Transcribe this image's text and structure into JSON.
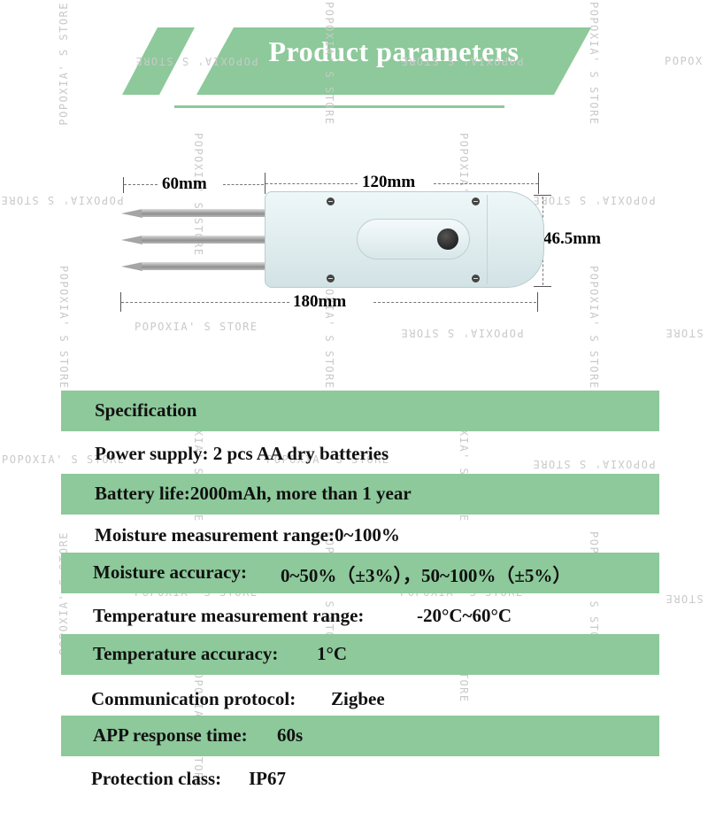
{
  "header": {
    "title": "Product parameters"
  },
  "watermark": {
    "text": "POPOXIA' S STORE",
    "text_partial": "POPOX",
    "text_end": "STORE"
  },
  "dimensions": {
    "probe_length": "60mm",
    "body_length": "120mm",
    "height": "46.5mm",
    "total_length": "180mm"
  },
  "colors": {
    "accent_green": "#8dc99a",
    "device_body": "#e3eef0"
  },
  "specs": [
    {
      "label": "Specification",
      "value": ""
    },
    {
      "label": "Power supply: 2 pcs AA dry batteries",
      "value": ""
    },
    {
      "label": "Battery life:2000mAh, more than 1 year",
      "value": ""
    },
    {
      "label": "Moisture measurement range:0~100%",
      "value": ""
    },
    {
      "label": "Moisture accuracy:",
      "value": "0~50%（±3%），50~100%（±5%）"
    },
    {
      "label": "Temperature measurement range:",
      "value": "-20°C~60°C"
    },
    {
      "label": "Temperature accuracy:",
      "value": "1°C"
    },
    {
      "label": "Communication protocol:",
      "value": "Zigbee"
    },
    {
      "label": "APP response time:",
      "value": "60s"
    },
    {
      "label": "Protection class:",
      "value": "IP67"
    }
  ]
}
